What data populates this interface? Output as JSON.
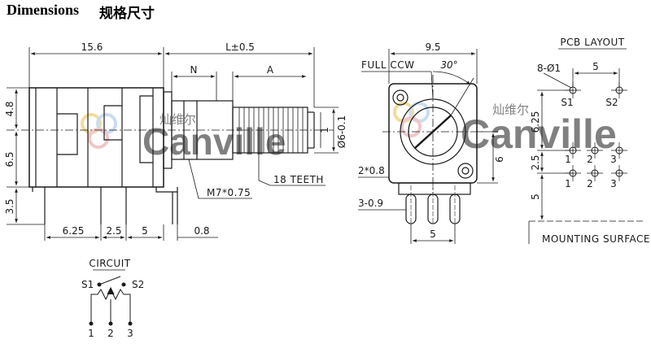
{
  "title": {
    "en": "Dimensions",
    "zh": "规格尺寸"
  },
  "watermark": {
    "brand": "Canville",
    "chinese": "灿维尔",
    "color": "#c9b7d6"
  },
  "side_view": {
    "dims": {
      "length_overall": "15.6",
      "shaft_length": "L±0.5",
      "n_label": "N",
      "a_label": "A",
      "h_top": "4.8",
      "h_mid": "6.5",
      "h_bottom": "3.5",
      "pin1": "6.25",
      "pin2": "2.5",
      "pin3": "5",
      "pin4": "0.8",
      "shaft_dia": "Ø6-0.1",
      "shaft_dia_small": "1"
    },
    "labels": {
      "teeth": "18 TEETH",
      "thread": "M7*0.75"
    }
  },
  "front_view": {
    "dims": {
      "width": "9.5",
      "angle": "30°",
      "height": "6",
      "hole": "2*0.8",
      "pin": "3-0.9",
      "pin_pitch": "5"
    },
    "labels": {
      "full_ccw": "FULL CCW"
    }
  },
  "pcb_layout": {
    "title": "PCB LAYOUT",
    "hole": "8-Ø1",
    "dims": {
      "top_pitch": "5",
      "v1": "6.25",
      "v2": "2.5",
      "v3": "5"
    },
    "pins": [
      "S1",
      "S2",
      "1",
      "2",
      "3",
      "1",
      "2",
      "3"
    ],
    "mounting": "MOUNTING SURFACE"
  },
  "circuit": {
    "title": "CIRCUIT",
    "s1": "S1",
    "s2": "S2",
    "pins": [
      "1",
      "2",
      "3"
    ]
  }
}
